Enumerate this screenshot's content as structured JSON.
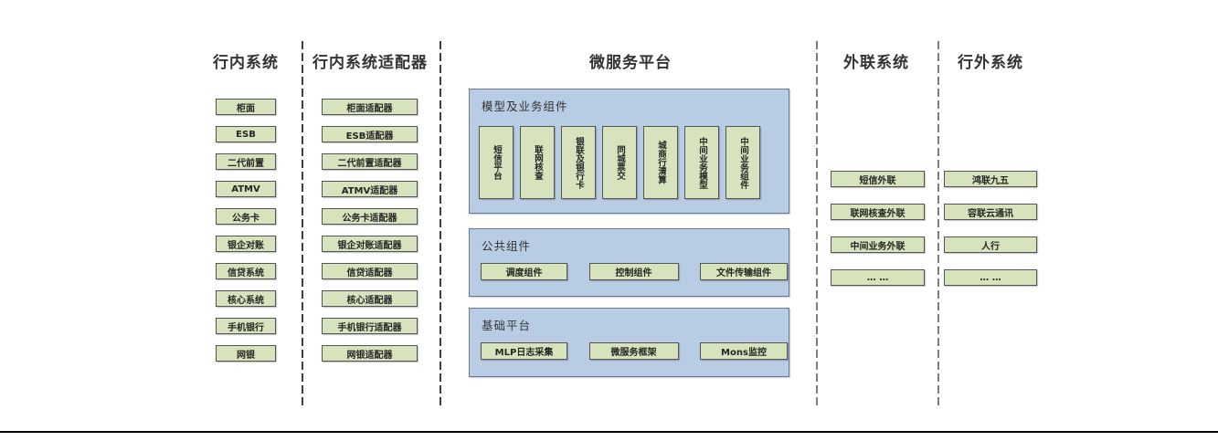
{
  "columns": {
    "internal_systems": {
      "header": "行内系统",
      "items": [
        "柜面",
        "ESB",
        "二代前置",
        "ATMV",
        "公务卡",
        "银企对账",
        "信贷系统",
        "核心系统",
        "手机银行",
        "网银"
      ]
    },
    "internal_adapters": {
      "header": "行内系统适配器",
      "items": [
        "柜面适配器",
        "ESB适配器",
        "二代前置适配器",
        "ATMV适配器",
        "公务卡适配器",
        "银企对账适配器",
        "信贷适配器",
        "核心适配器",
        "手机银行适配器",
        "网银适配器"
      ]
    },
    "microservice_platform": {
      "header": "微服务平台",
      "sections": [
        {
          "label": "模型及业务组件",
          "items": [
            "短信平台",
            "联网核查",
            "银联及银行卡",
            "同城票交",
            "城商行清算",
            "中间业务模型",
            "中间业务组件"
          ]
        },
        {
          "label": "公共组件",
          "items": [
            "调度组件",
            "控制组件",
            "文件传输组件"
          ]
        },
        {
          "label": "基础平台",
          "items": [
            "MLP日志采集",
            "微服务框架",
            "Mons监控"
          ]
        }
      ]
    },
    "external_link_systems": {
      "header": "外联系统",
      "items": [
        "短信外联",
        "联网核查外联",
        "中间业务外联",
        "… …"
      ]
    },
    "outside_systems": {
      "header": "行外系统",
      "items": [
        "鸿联九五",
        "容联云通讯",
        "人行",
        "… …"
      ]
    }
  },
  "colors": {
    "box_green": "#d6e3bc",
    "box_border": "#545454",
    "panel_blue": "#b8cce4",
    "panel_border": "#68789a",
    "text": "#262626",
    "divider_dark": "#3f3f3f",
    "divider_gray": "#7f7f7f",
    "bottom_rule": "#000000"
  }
}
